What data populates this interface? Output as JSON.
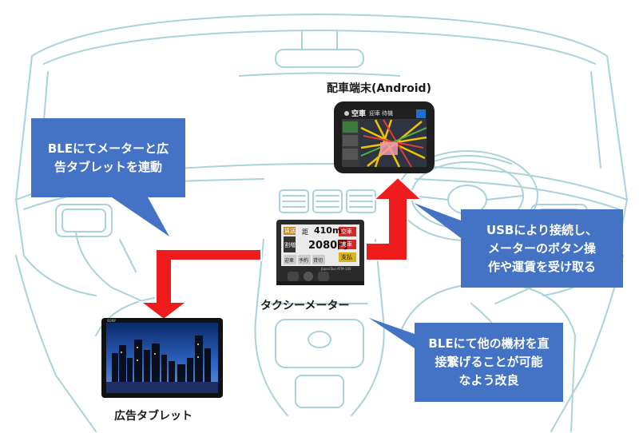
{
  "labels": {
    "dispatch_terminal": "配車端末(Android)",
    "taxi_meter": "タクシーメーター",
    "ad_tablet": "広告タブレット"
  },
  "callouts": {
    "ble_link": "BLEにてメーターと広\n告タブレットを連動",
    "usb_link": "USBにより接続し、\nメーターのボタン操\n作や運賃を受け取る",
    "ble_direct": "BLEにて他の機材を直\n接繋げることが可能\nなよう改良"
  },
  "dispatch_screen": {
    "status": "空車",
    "tabs": [
      "迎車",
      "待機"
    ]
  },
  "meter_display": {
    "left_top": "賃送",
    "left_bottom": "割増",
    "distance_label": "距",
    "distance": "410m",
    "fare": "2080円",
    "btn_vacant": "空車",
    "btn_occupied": "実車",
    "btn_pay": "支払",
    "bottom_buttons": [
      "迎車",
      "予約",
      "貸切"
    ],
    "brand": "JapanTaxi  ATM-100"
  },
  "tablet_brand": "SONY",
  "colors": {
    "car_line": "#a9d3d8",
    "callout_fill": "#4472c4",
    "arrow_red": "#ee1c1c"
  }
}
